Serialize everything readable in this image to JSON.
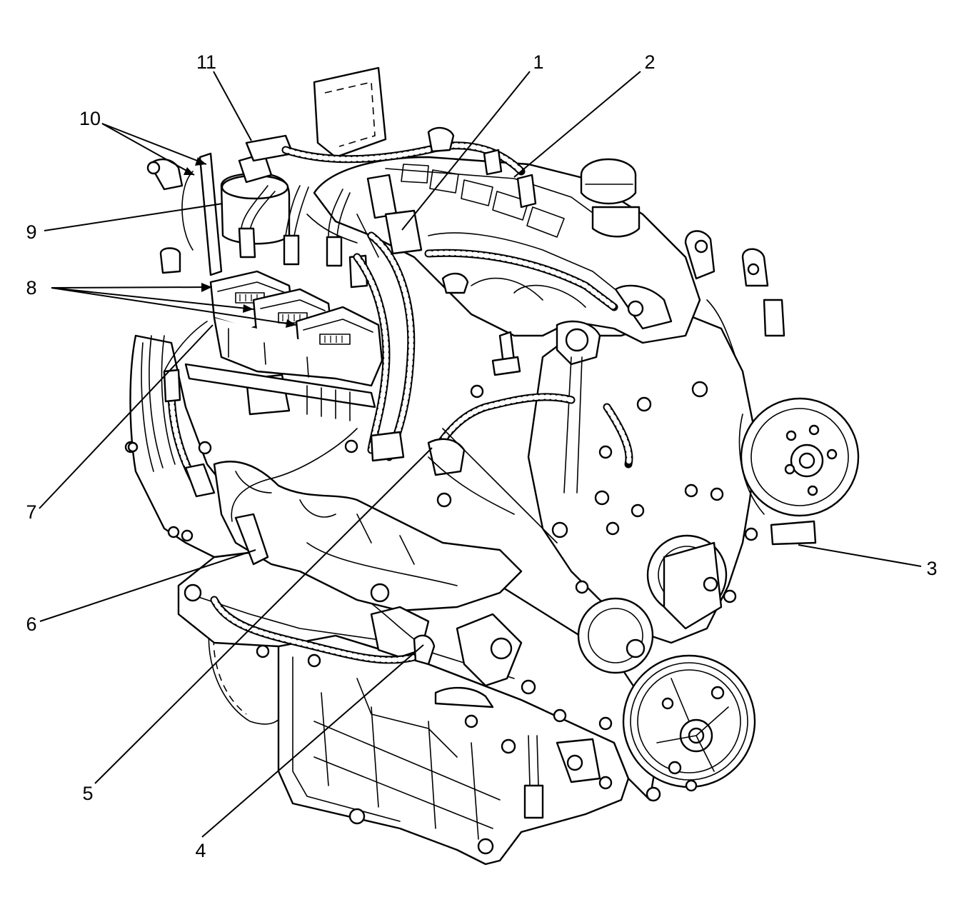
{
  "callouts": [
    {
      "id": "1",
      "label": "1"
    },
    {
      "id": "2",
      "label": "2"
    },
    {
      "id": "3",
      "label": "3"
    },
    {
      "id": "4",
      "label": "4"
    },
    {
      "id": "5",
      "label": "5"
    },
    {
      "id": "6",
      "label": "6"
    },
    {
      "id": "7",
      "label": "7"
    },
    {
      "id": "8",
      "label": "8"
    },
    {
      "id": "9",
      "label": "9"
    },
    {
      "id": "10",
      "label": "10"
    },
    {
      "id": "11",
      "label": "11"
    }
  ],
  "style": {
    "line_color": "#000000",
    "background": "#ffffff"
  }
}
